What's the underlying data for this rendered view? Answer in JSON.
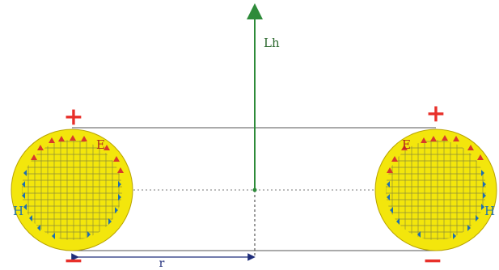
{
  "labels": {
    "axis": "Lh",
    "radius": "r",
    "plus": "+",
    "minus": "−",
    "e_left": "E",
    "e_right": "E",
    "h_left": "H",
    "h_right": "H"
  },
  "colors": {
    "conductor_fill": "#f3e60c",
    "conductor_edge": "#b8a300",
    "grid": "#8a8a3a",
    "e_field": "#d83a2a",
    "h_field": "#1e6fb0",
    "axis": "#2e8b3a",
    "sign": "#e8302a",
    "radius_line": "#1f2d7a",
    "outline": "#555555"
  }
}
